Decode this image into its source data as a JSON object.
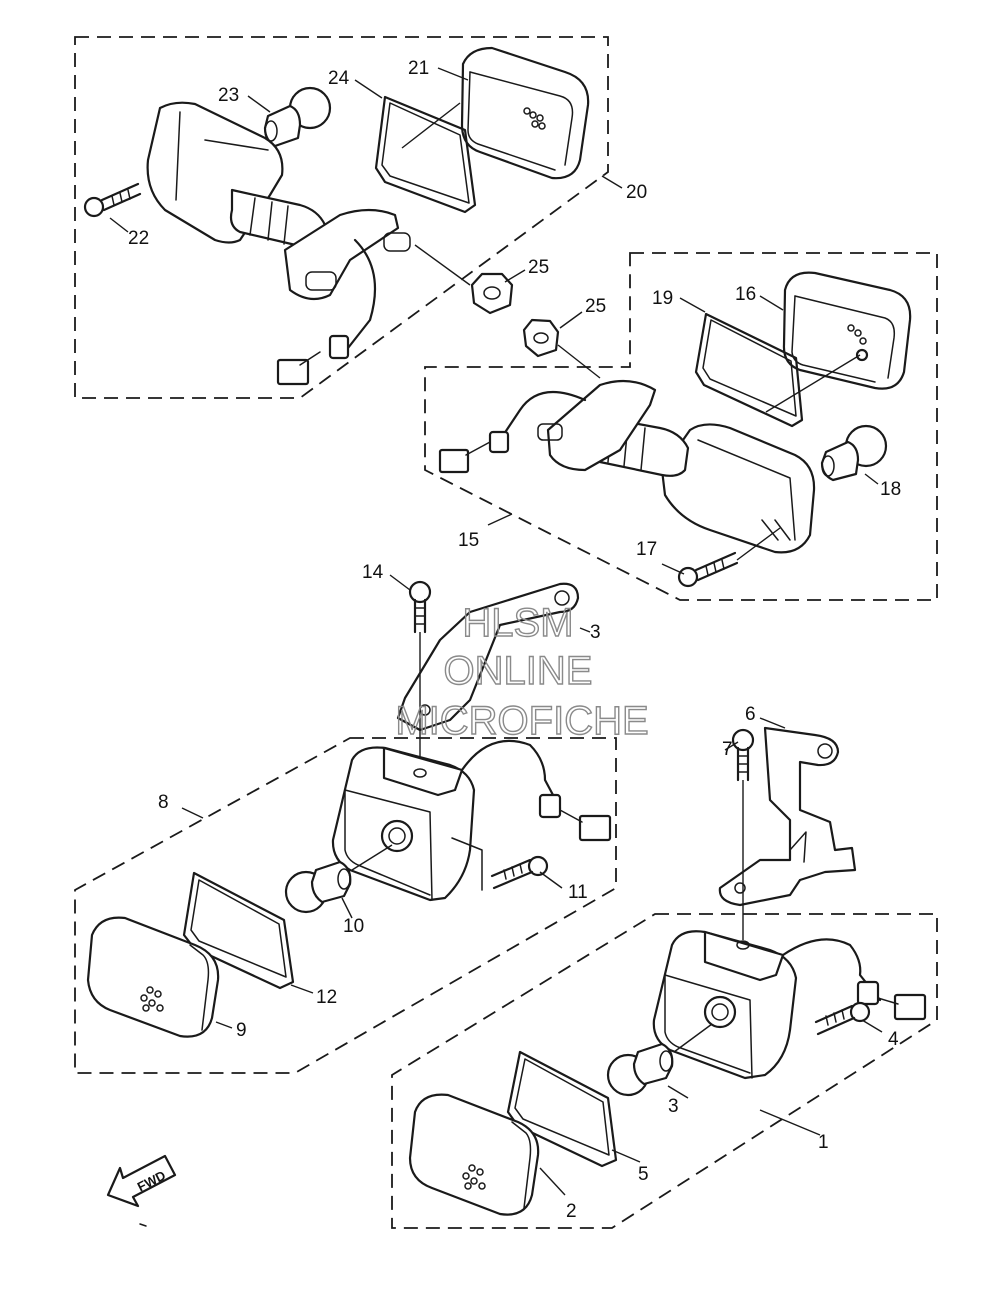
{
  "watermark": {
    "line1": "HLSM",
    "line2": "ONLINE",
    "line3": "MICROFICHE",
    "color": "#8a8a8a"
  },
  "direction_arrow": {
    "label": "FWD"
  },
  "callouts": {
    "c1": "1",
    "c2": "2",
    "c3": "3",
    "c4": "4",
    "c5": "5",
    "c6": "6",
    "c7": "7",
    "c8": "8",
    "c9": "9",
    "c10": "10",
    "c11": "11",
    "c12": "12",
    "c13": "3",
    "c14": "14",
    "c15": "15",
    "c16": "16",
    "c17": "17",
    "c18": "18",
    "c19": "19",
    "c20": "20",
    "c21": "21",
    "c22": "22",
    "c23": "23",
    "c24": "24",
    "c25a": "25",
    "c25b": "25"
  },
  "colors": {
    "line": "#1a1a1a",
    "background": "#ffffff"
  }
}
